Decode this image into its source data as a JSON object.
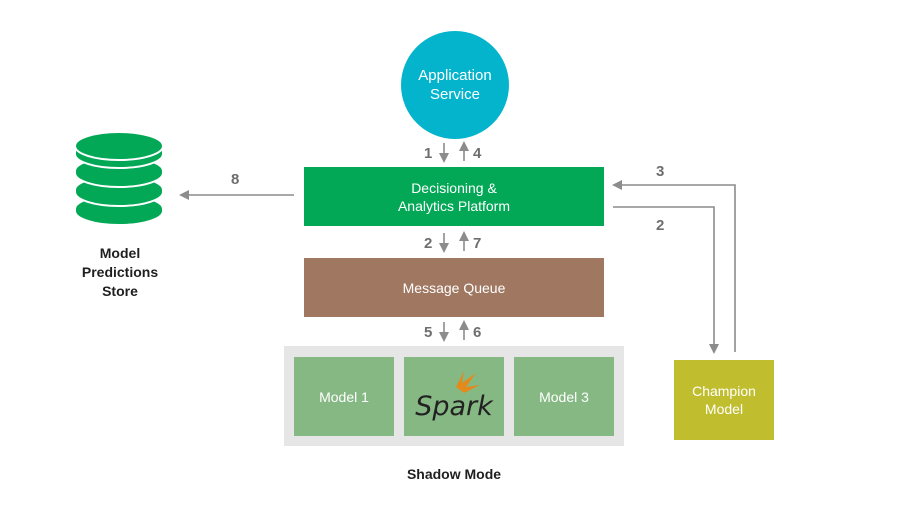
{
  "nodes": {
    "application_service": "Application\nService",
    "platform": "Decisioning &\nAnalytics Platform",
    "message_queue": "Message Queue",
    "model1": "Model 1",
    "spark": "Spark",
    "model3": "Model 3",
    "champion": "Champion\nModel",
    "store": "Model\nPredictions\nStore",
    "shadow_mode": "Shadow Mode"
  },
  "steps": {
    "s1": "1",
    "s4": "4",
    "s2a": "2",
    "s7": "7",
    "s5": "5",
    "s6": "6",
    "s8": "8",
    "s3": "3",
    "s2b": "2"
  },
  "colors": {
    "application_service": "#04b4cc",
    "platform": "#02a856",
    "message_queue": "#a07862",
    "shadow_panel": "#e6e6e6",
    "models": "#86b883",
    "champion": "#c0bd2e",
    "store": "#02a856",
    "arrows": "#8c8c8c"
  },
  "icons": [
    "database-icon",
    "spark-logo-icon"
  ]
}
